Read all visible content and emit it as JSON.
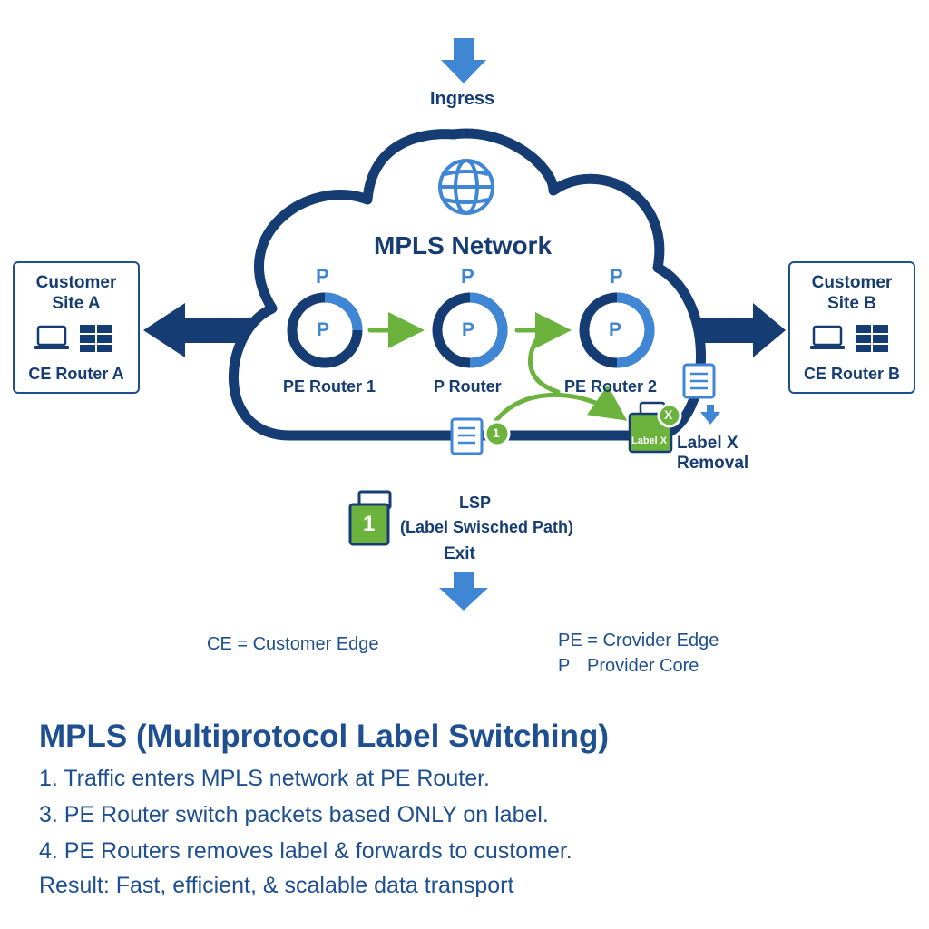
{
  "ingress_label": "Ingress",
  "cloud_title": "MPLS Network",
  "routers": [
    {
      "top_label": "P",
      "center_label": "P",
      "name": "PE Router 1"
    },
    {
      "top_label": "P",
      "center_label": "P",
      "name": "P Router"
    },
    {
      "top_label": "P",
      "center_label": "P",
      "name": "PE Router 2"
    }
  ],
  "site_a": {
    "title_line1": "Customer",
    "title_line2": "Site A",
    "router": "CE Router A"
  },
  "site_b": {
    "title_line1": "Customer",
    "title_line2": "Site B",
    "router": "CE Router B"
  },
  "label_badge_number": "1",
  "label_tag_text": "Label X",
  "label_tag_mark": "X",
  "removal_line1": "Label X",
  "removal_line2": "Removal",
  "lsp": {
    "badge": "1",
    "line1": "LSP",
    "line2": "(Label Swisched Path)",
    "exit": "Exit"
  },
  "legend": {
    "ce": "CE = Customer Edge",
    "pe": "PE = Crovider Edge",
    "p_key": "P",
    "p_value": "Provider Core"
  },
  "summary": {
    "title": "MPLS (Multiprotocol Label Switching)",
    "lines": [
      "1. Traffic enters MPLS network at PE Router.",
      "3. PE Router switch packets based ONLY on label.",
      "4. PE Routers removes label & forwards to customer."
    ],
    "result": "Result:  Fast, efficient, & scalable data transport"
  },
  "colors": {
    "navy": "#163d73",
    "blue": "#3f86d4",
    "green": "#6cb33e"
  }
}
